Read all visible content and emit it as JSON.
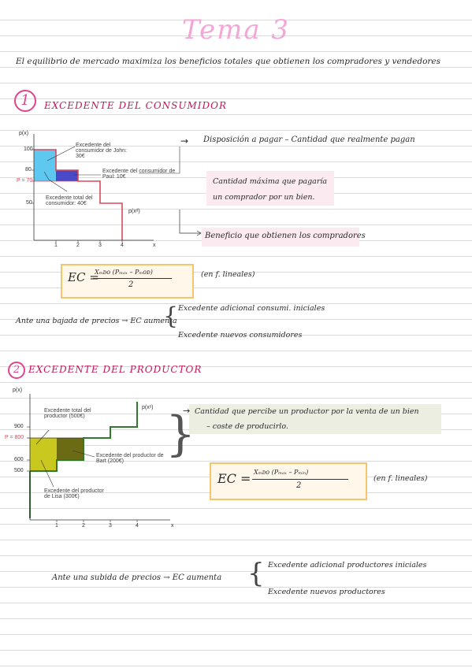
{
  "title": "Tema 3",
  "intro": "El equilibrio de mercado maximiza los beneficios totales que obtienen los compradores y vendedores",
  "section1": {
    "number": "1",
    "heading": "EXCEDENTE DEL CONSUMIDOR",
    "graph": {
      "y_axis_label": "p(x)",
      "y_ticks": [
        "100",
        "80",
        "P = 70",
        "50"
      ],
      "x_ticks": [
        "1",
        "2",
        "3",
        "4"
      ],
      "x_axis_label": "x",
      "curve_label": "p(xᵈ)",
      "label_john": "Excedente del consumidor de John: 30€",
      "label_paul": "Excedente del consumidor de Paul: 10€",
      "label_total": "Excedente total del consumidor: 40€"
    },
    "note_disposicion": "Disposición a pagar – Cantidad que realmente pagan",
    "box_line1": "Cantidad máxima que pagaría",
    "box_line2": "un comprador por un bien.",
    "note_beneficio": "Beneficio que obtienen los compradores",
    "formula_lhs": "EC =",
    "formula_num": "Xₘᴅᴏ (Pₘₐₓ – Pₘᴏᴅ)",
    "formula_den": "2",
    "formula_note": "(en f. lineales)",
    "bajada_lead": "Ante una bajada de precios → EC aumenta",
    "bajada_opt1": "Excedente adicional consumi. iniciales",
    "bajada_opt2": "Excedente nuevos consumidores"
  },
  "section2": {
    "number": "2",
    "heading": "EXCEDENTE DEL PRODUCTOR",
    "graph": {
      "y_axis_label": "p(x)",
      "y_ticks": [
        "900",
        "P = 800",
        "600",
        "500"
      ],
      "x_ticks": [
        "1",
        "2",
        "3",
        "4"
      ],
      "x_axis_label": "x",
      "curve_label": "p(xˢ)",
      "label_total": "Excedente total del productor (500€)",
      "label_bart": "Excedente del productor de Bart (200€)",
      "label_lisa": "Excedente del productor de Lisa (300€)"
    },
    "box_line1": "Cantidad que percibe un productor por la venta de un bien",
    "box_line2": "– coste de producirlo.",
    "formula_lhs": "EC =",
    "formula_num": "Xₘᴅᴏ (Pₘₐₓ – Pₘᵢₙ)",
    "formula_den": "2",
    "formula_note": "(en f. lineales)",
    "subida_lead": "Ante una subida de precios → EC aumenta",
    "subida_opt1": "Excedente adicional productores iniciales",
    "subida_opt2": "Excedente nuevos productores"
  },
  "colors": {
    "title": "#f4a6d6",
    "accent": "#c2185b",
    "consumer_john": "#5ec8f0",
    "consumer_paul": "#4a4ac8",
    "producer_lisa": "#c8c81e",
    "producer_bart": "#6b6b14",
    "demand_curve": "#d84a5a",
    "supply_curve": "#2f7a2f"
  }
}
